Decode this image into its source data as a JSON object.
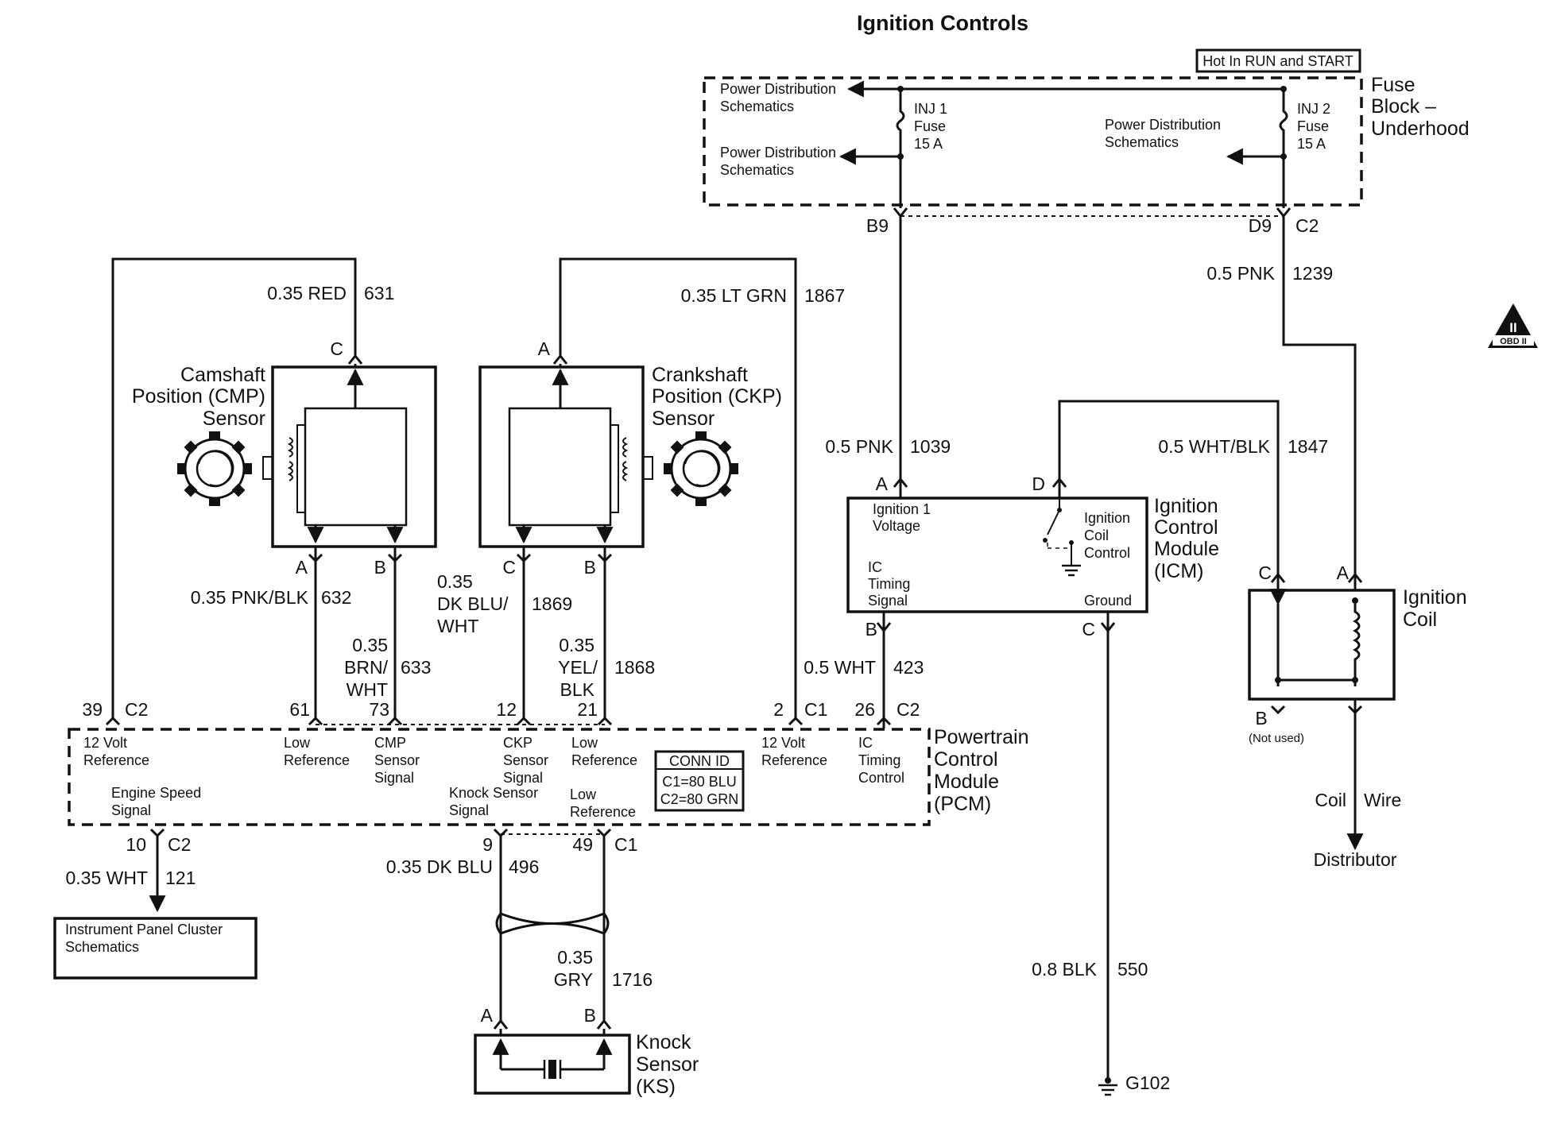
{
  "title": "Ignition Controls",
  "hot_label": "Hot In RUN and START",
  "fuse_block": [
    "Fuse",
    "Block –",
    "Underhood"
  ],
  "power_dist": [
    "Power Distribution",
    "Schematics"
  ],
  "fuses": [
    {
      "lines": [
        "INJ 1",
        "Fuse",
        "15 A"
      ]
    },
    {
      "lines": [
        "INJ 2",
        "Fuse",
        "15 A"
      ]
    }
  ],
  "connectors": {
    "b9": "B9",
    "d9": "D9",
    "c2": "C2",
    "c1": "C1"
  },
  "wires": {
    "red": {
      "gauge": "0.35 RED",
      "circuit": "631"
    },
    "ltgrn": {
      "gauge": "0.35 LT GRN",
      "circuit": "1867"
    },
    "pnk1239": {
      "gauge": "0.5 PNK",
      "circuit": "1239"
    },
    "pnk1039": {
      "gauge": "0.5 PNK",
      "circuit": "1039"
    },
    "whtblk": {
      "gauge": "0.5 WHT/BLK",
      "circuit": "1847"
    },
    "pnkblk": {
      "gauge": "0.35 PNK/BLK",
      "circuit": "632"
    },
    "brnwht": {
      "gauge": [
        "0.35",
        "BRN/",
        "WHT"
      ],
      "circuit": "633"
    },
    "dkbluwht": {
      "gauge": [
        "0.35",
        "DK BLU/",
        "WHT"
      ],
      "circuit": "1869"
    },
    "yelblk": {
      "gauge": [
        "0.35",
        "YEL/",
        "BLK"
      ],
      "circuit": "1868"
    },
    "wht423": {
      "gauge": "0.5 WHT",
      "circuit": "423"
    },
    "wht121": {
      "gauge": "0.35 WHT",
      "circuit": "121"
    },
    "dkblu496": {
      "gauge": "0.35 DK BLU",
      "circuit": "496"
    },
    "gry": {
      "gauge": [
        "0.35",
        "GRY"
      ],
      "circuit": "1716"
    },
    "blk550": {
      "gauge": "0.8 BLK",
      "circuit": "550"
    }
  },
  "cmp_sensor": {
    "label": [
      "Camshaft",
      "Position (CMP)",
      "Sensor"
    ],
    "pins": [
      "C",
      "A",
      "B"
    ]
  },
  "ckp_sensor": {
    "label": [
      "Crankshaft",
      "Position (CKP)",
      "Sensor"
    ],
    "pins": [
      "A",
      "C",
      "B"
    ]
  },
  "icm": {
    "label": [
      "Ignition",
      "Control",
      "Module",
      "(ICM)"
    ],
    "pins": [
      "A",
      "D",
      "B",
      "C"
    ],
    "ign1": [
      "Ignition 1",
      "Voltage"
    ],
    "coil_ctrl": [
      "Ignition",
      "Coil",
      "Control"
    ],
    "ic_timing": [
      "IC",
      "Timing",
      "Signal"
    ],
    "ground": "Ground"
  },
  "coil": {
    "label": [
      "Ignition",
      "Coil"
    ],
    "pins": [
      "C",
      "A",
      "B"
    ],
    "not_used": "(Not used)"
  },
  "coil_wire": {
    "label": [
      "Coil",
      "Wire"
    ],
    "dest": "Distributor"
  },
  "pcm": {
    "label": [
      "Powertrain",
      "Control",
      "Module",
      "(PCM)"
    ],
    "top_pins": [
      "39",
      "61",
      "73",
      "12",
      "21",
      "2",
      "26"
    ],
    "bottom_pins": [
      "10",
      "9",
      "49"
    ],
    "texts": {
      "volt12a": [
        "12 Volt",
        "Reference"
      ],
      "lowref1": [
        "Low",
        "Reference"
      ],
      "cmpsig": [
        "CMP",
        "Sensor",
        "Signal"
      ],
      "ckpsig": [
        "CKP",
        "Sensor",
        "Signal"
      ],
      "lowref2": [
        "Low",
        "Reference"
      ],
      "volt12b": [
        "12 Volt",
        "Reference"
      ],
      "ictiming": [
        "IC",
        "Timing",
        "Control"
      ],
      "engspeed": [
        "Engine Speed",
        "Signal"
      ],
      "knocksig": [
        "Knock Sensor",
        "Signal"
      ],
      "lowref3": [
        "Low",
        "Reference"
      ]
    },
    "conn_id": [
      "CONN ID",
      "C1=80 BLU",
      "C2=80 GRN"
    ]
  },
  "ipc": [
    "Instrument Panel Cluster",
    "Schematics"
  ],
  "knock_sensor": {
    "label": [
      "Knock",
      "Sensor",
      "(KS)"
    ],
    "pins": [
      "A",
      "B"
    ]
  },
  "ground": "G102",
  "obd_badge": {
    "top": "II",
    "bottom": "OBD II"
  }
}
